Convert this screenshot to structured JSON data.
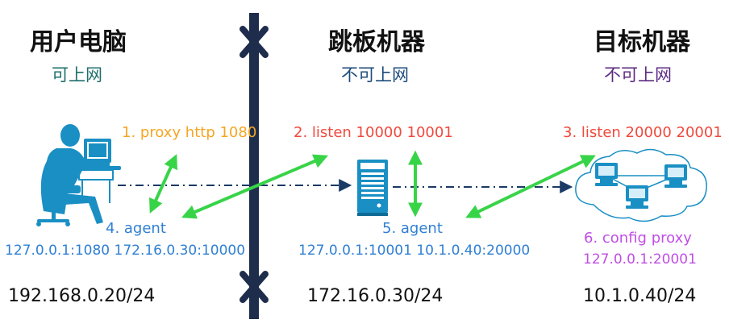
{
  "nodes": {
    "user_pc": {
      "title": "用户电脑",
      "subtitle": "可上网",
      "ip": "192.168.0.20/24"
    },
    "jump_host": {
      "title": "跳板机器",
      "subtitle": "不可上网",
      "ip": "172.16.0.30/24"
    },
    "target": {
      "title": "目标机器",
      "subtitle": "不可上网",
      "ip": "10.1.0.40/24"
    }
  },
  "steps": {
    "step1": "1. proxy http 1080",
    "step2": "2. listen 10000 10001",
    "step3": "3. listen 20000 20001",
    "step4": "4. agent",
    "step4_addr": "127.0.0.1:1080 172.16.0.30:10000",
    "step5": "5. agent",
    "step5_addr": "127.0.0.1:10001 10.1.0.40:20000",
    "step6": "6. config proxy",
    "step6_addr": "127.0.0.1:20001"
  },
  "colors": {
    "title_text": "#111111",
    "subtitle_user": "#1e6f6a",
    "subtitle_jump": "#1d4b7a",
    "subtitle_target": "#5a2a82",
    "step_orange": "#f5a623",
    "step_red": "#f04a3e",
    "step_blue": "#2f7fd4",
    "step_purple": "#c14ee6",
    "firewall": "#1f2d4d",
    "arrow_green": "#38d448",
    "dashed_line": "#1b3a66",
    "icon_blue": "#1a8fc4"
  },
  "icons": {
    "user": "computer-user-icon",
    "server": "server-icon",
    "network": "cloud-network-icon",
    "blocked": "x-mark-icon"
  }
}
